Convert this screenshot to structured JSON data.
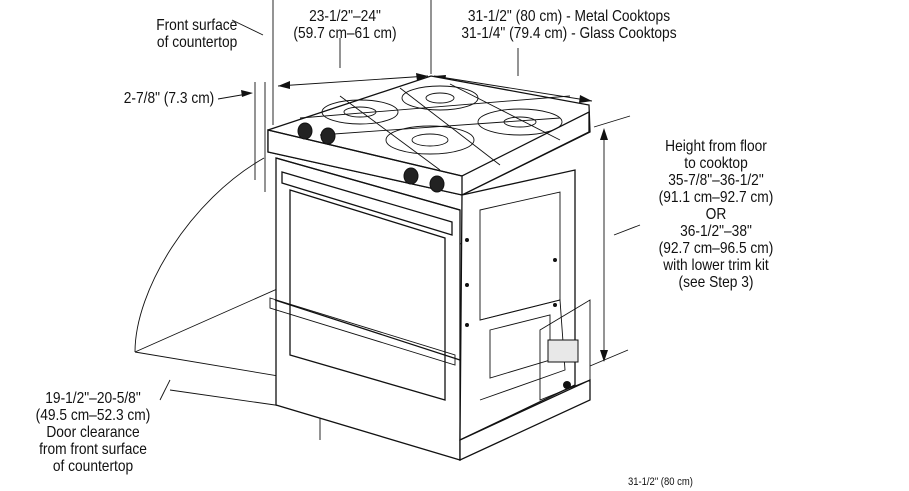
{
  "labels": {
    "front_surface": [
      "Front surface",
      "of countertop"
    ],
    "depth": [
      "23-1/2\"–24\"",
      "(59.7 cm–61 cm)"
    ],
    "width": [
      "31-1/2\" (80 cm) - Metal Cooktops",
      "31-1/4\" (79.4 cm) - Glass Cooktops"
    ],
    "offset": "2-7/8\" (7.3 cm)",
    "height": [
      "Height from floor",
      "to cooktop",
      "35-7/8\"–36-1/2\"",
      "(91.1 cm–92.7 cm)",
      "OR",
      "36-1/2\"–38\"",
      "(92.7 cm–96.5 cm)",
      "with lower trim kit",
      "(see Step 3)"
    ],
    "door_clearance": [
      "19-1/2\"–20-5/8\"",
      "(49.5 cm–52.3 cm)",
      "Door clearance",
      "from front surface",
      "of countertop"
    ],
    "bottom_cut": "31-1/2\" (80 cm)"
  }
}
